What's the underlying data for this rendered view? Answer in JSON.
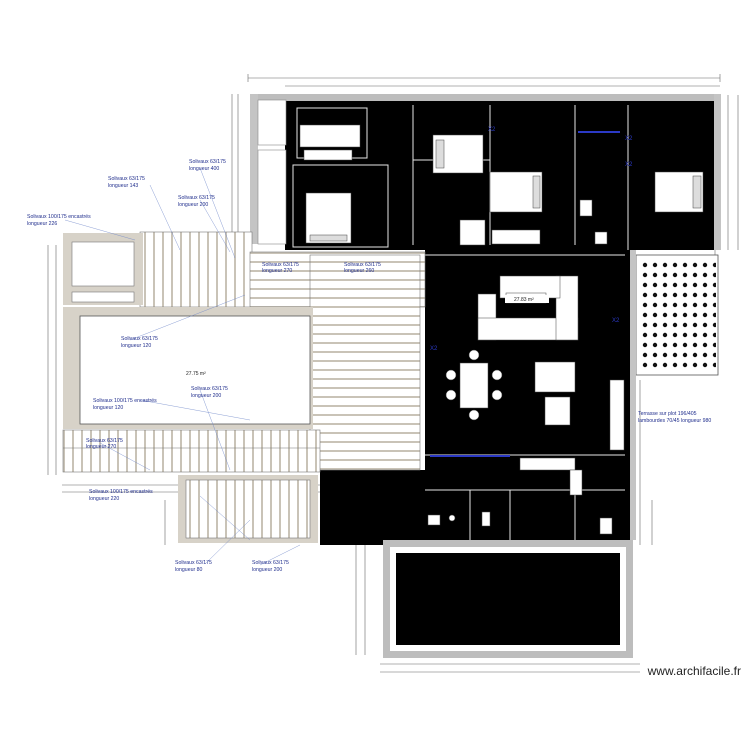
{
  "watermark": "www.archifacile.fr",
  "colors": {
    "wall": "#000000",
    "deck": "#d7d2c8",
    "wallgrey": "#b9b9b9",
    "dim": "#555555",
    "note": "#1f2d8c",
    "accent": "#2b39c6"
  },
  "notes": {
    "n1": "Solivaux 63/175",
    "n1b": "longueur 400",
    "n2": "Solivaux 63/175",
    "n2b": "longueur 143",
    "n3": "Solivaux 63/175",
    "n3b": "longueur 200",
    "n4": "Solivaux 100/175 encastrés",
    "n4b": "longueur 226",
    "n5": "Solivaux 63/175",
    "n5b": "longueur 120",
    "n6": "Solivaux 63/175",
    "n6b": "longueur 200",
    "n7": "Solivaux 100/175 encastrés",
    "n7b": "longueur 120",
    "n8": "Solivaux 63/175",
    "n8b": "longueur 270",
    "n9": "Solivaux 100/175 encastrés",
    "n9b": "longueur 220",
    "n10": "Solivaux 63/175",
    "n10b": "longueur 80",
    "n11": "Solivaux 63/175",
    "n11b": "longueur 200",
    "n12": "Solivaux 63/175",
    "n12b": "longueur 270",
    "n13": "Solivaux 63/175",
    "n13b": "longueur 260",
    "n14": "Terrasse sur plot 196/405",
    "n14b": "lambourdes 70/45 longueur 980"
  },
  "areas": {
    "pool": "27.75 m²",
    "living": "27.83 m²"
  },
  "tags": {
    "x2": "X2"
  }
}
